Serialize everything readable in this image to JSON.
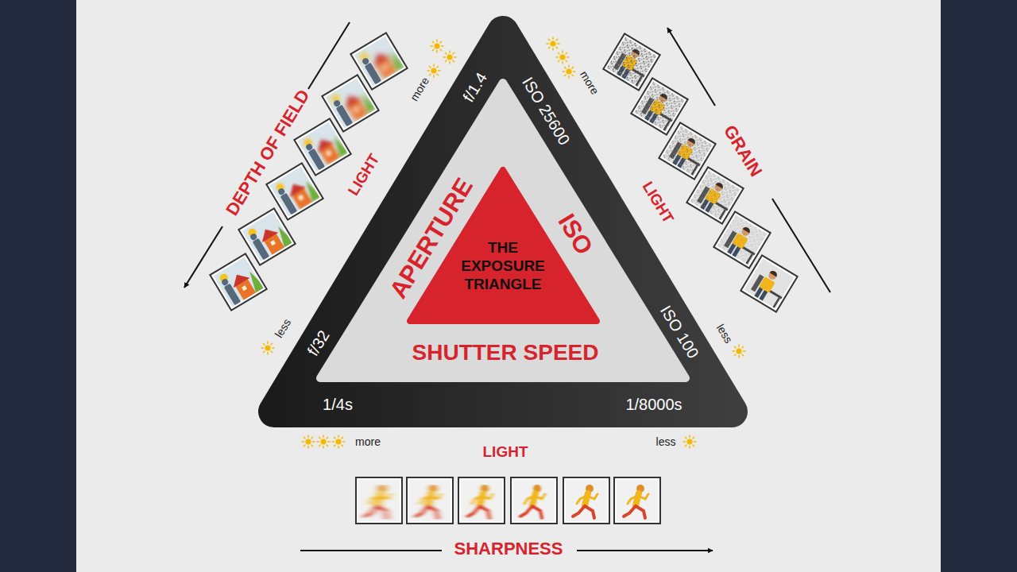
{
  "diagram": {
    "nodes": [
      {
        "text": [
          "f/1.4",
          "ISO 25600",
          "f/32",
          "ISO 100",
          "1/4s",
          "1/8000s"
        ]
      },
      {
        "text": [
          "APERTURE",
          "ISO",
          "SHUTTER SPEED"
        ],
        "in": 0
      },
      {
        "text": [
          "THE EXPOSURE TRIANGLE"
        ],
        "in": 1
      }
    ],
    "labels": [
      "DEPTH OF FIELD",
      "LIGHT",
      "more",
      "less",
      "GRAIN",
      "LIGHT",
      "more",
      "less",
      "more",
      "LIGHT",
      "less",
      "SHARPNESS"
    ]
  }
}
